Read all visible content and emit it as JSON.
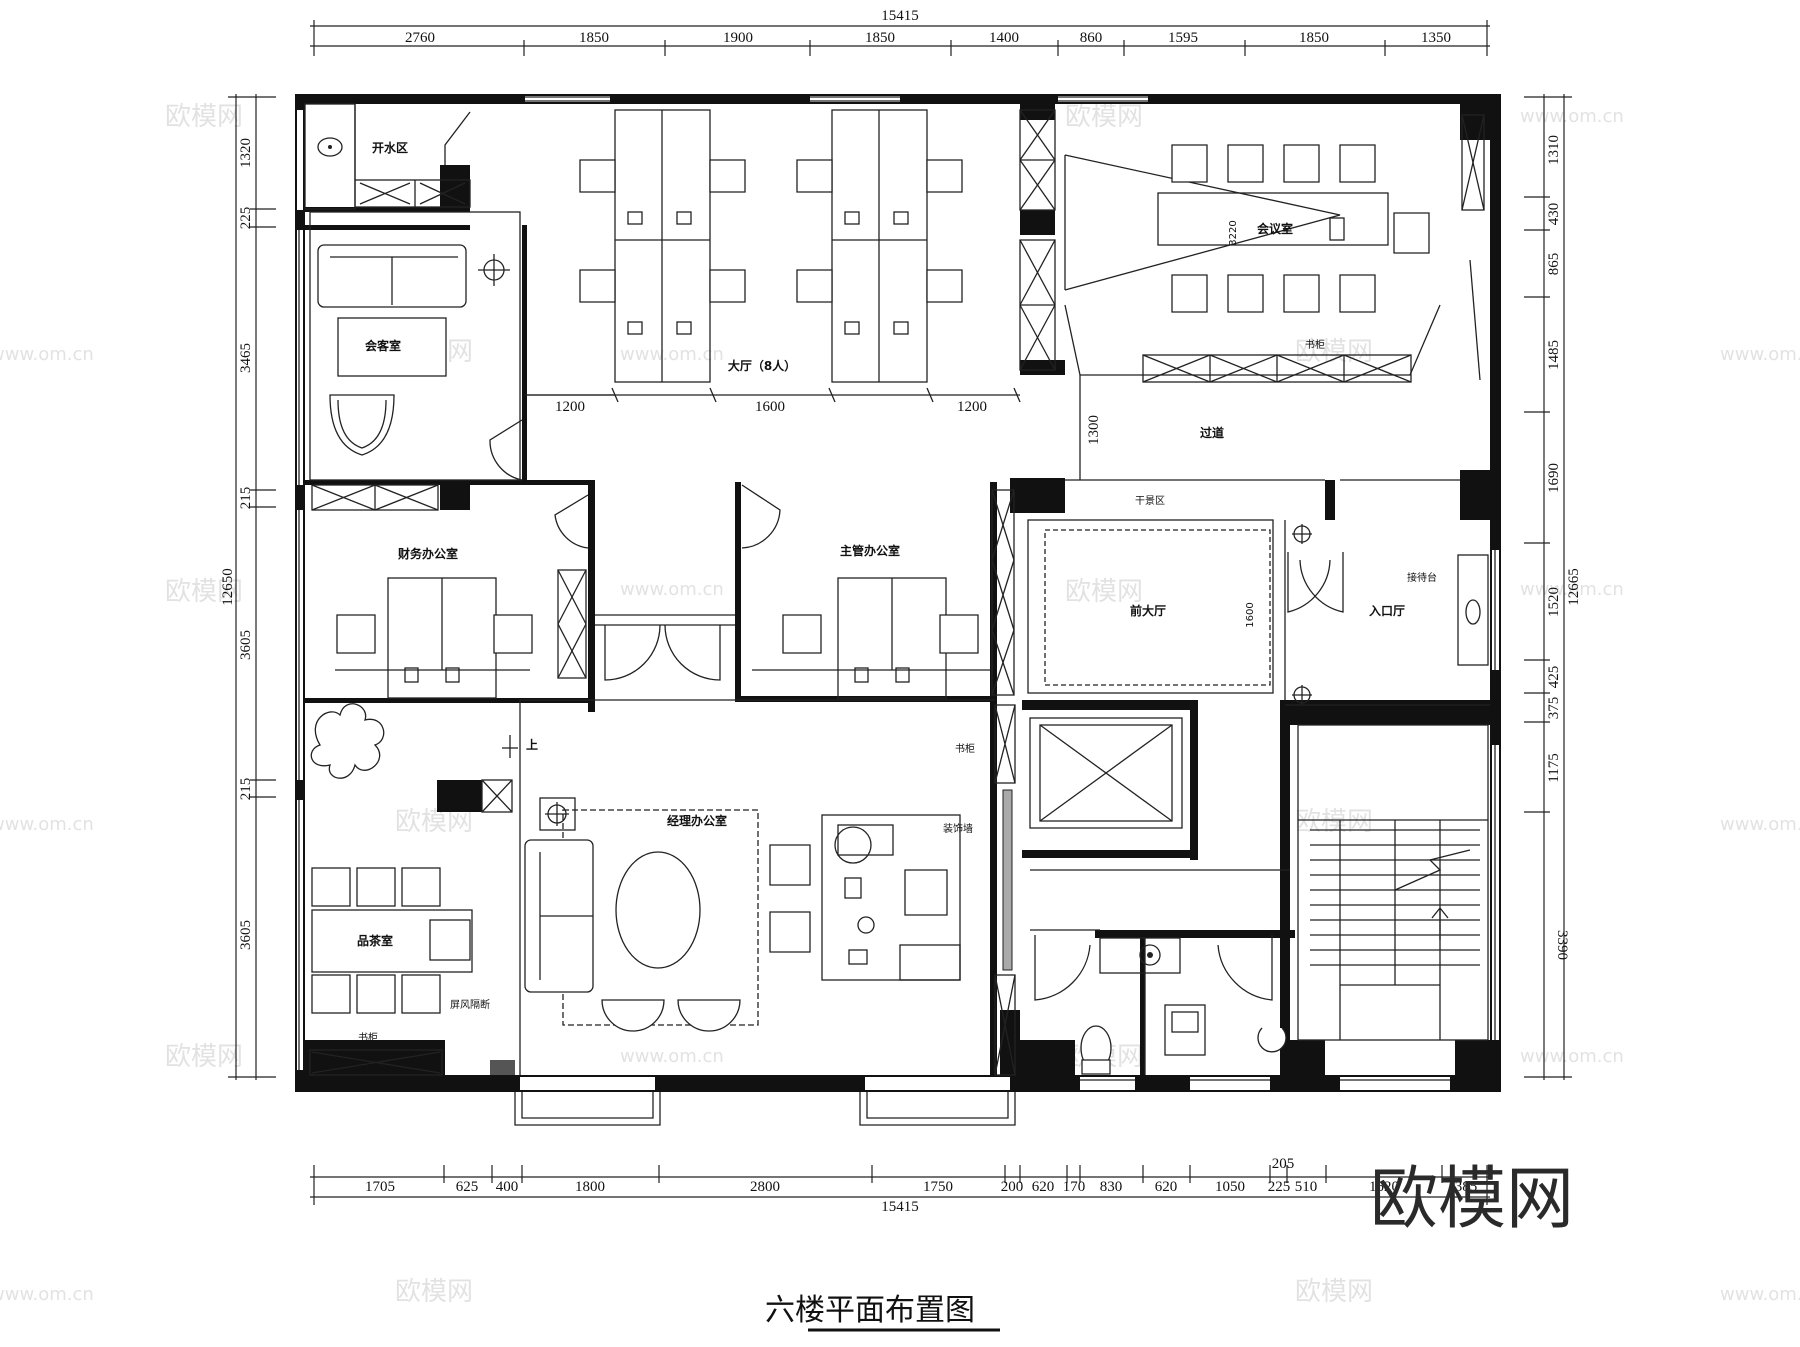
{
  "title": "六楼平面布置图",
  "logo": "欧模网",
  "watermark": {
    "brand": "欧模网",
    "url": "www.om.cn"
  },
  "dimensions": {
    "top_total": "15415",
    "top": [
      "2760",
      "1850",
      "1900",
      "1850",
      "1400",
      "860",
      "1595",
      "1850",
      "1350"
    ],
    "bottom_total": "15415",
    "bottom": [
      "1705",
      "625",
      "400",
      "1800",
      "2800",
      "1750",
      "200",
      "620",
      "170",
      "830",
      "620",
      "1050",
      "225",
      "510",
      "1520",
      "385"
    ],
    "bottom_extra": "205",
    "left_total": "12650",
    "left": [
      "1320",
      "225",
      "3465",
      "215",
      "3605",
      "215",
      "3605"
    ],
    "right_total": "12665",
    "right": [
      "1310",
      "430",
      "865",
      "1485",
      "1690",
      "1520",
      "425",
      "375",
      "1175",
      "3390"
    ],
    "interior": {
      "hall_gap_left": "1200",
      "hall_gap_mid": "1600",
      "hall_gap_right": "1200",
      "corridor": "1300",
      "meeting_table": "3220",
      "lobby": "1600"
    }
  },
  "rooms": {
    "water": "开水区",
    "reception": "会客室",
    "hall": "大厅（8人）",
    "meeting": "会议室",
    "display_cabinet": "书柜",
    "corridor": "过道",
    "dry_scene": "干景区",
    "finance": "财务办公室",
    "supervisor": "主管办公室",
    "front_hall": "前大厅",
    "entrance": "入口厅",
    "reception_desk": "接待台",
    "bookcase": "书柜",
    "decor_wall": "装饰墙",
    "manager": "经理办公室",
    "tea": "品茶室",
    "screen": "屏风隔断",
    "goods_cabinet": "书柜",
    "up": "上"
  }
}
